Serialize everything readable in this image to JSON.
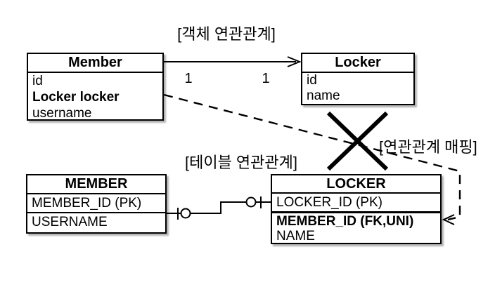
{
  "labels": {
    "object_association": "[객체 연관관계]",
    "table_association": "[테이블 연관관계]",
    "mapping": "[연관관계 매핑]"
  },
  "object_diagram": {
    "member": {
      "title": "Member",
      "fields": [
        "id",
        "Locker locker",
        "username"
      ]
    },
    "locker": {
      "title": "Locker",
      "fields": [
        "id",
        "name"
      ]
    },
    "multiplicity": {
      "source": "1",
      "target": "1"
    }
  },
  "table_diagram": {
    "member": {
      "title": "MEMBER",
      "rows": [
        "MEMBER_ID (PK)",
        "USERNAME"
      ]
    },
    "locker": {
      "title": "LOCKER",
      "rows": [
        "LOCKER_ID (PK)",
        "MEMBER_ID (FK,UNI)",
        "NAME"
      ]
    }
  },
  "colors": {
    "line": "#000000",
    "background": "#ffffff"
  }
}
